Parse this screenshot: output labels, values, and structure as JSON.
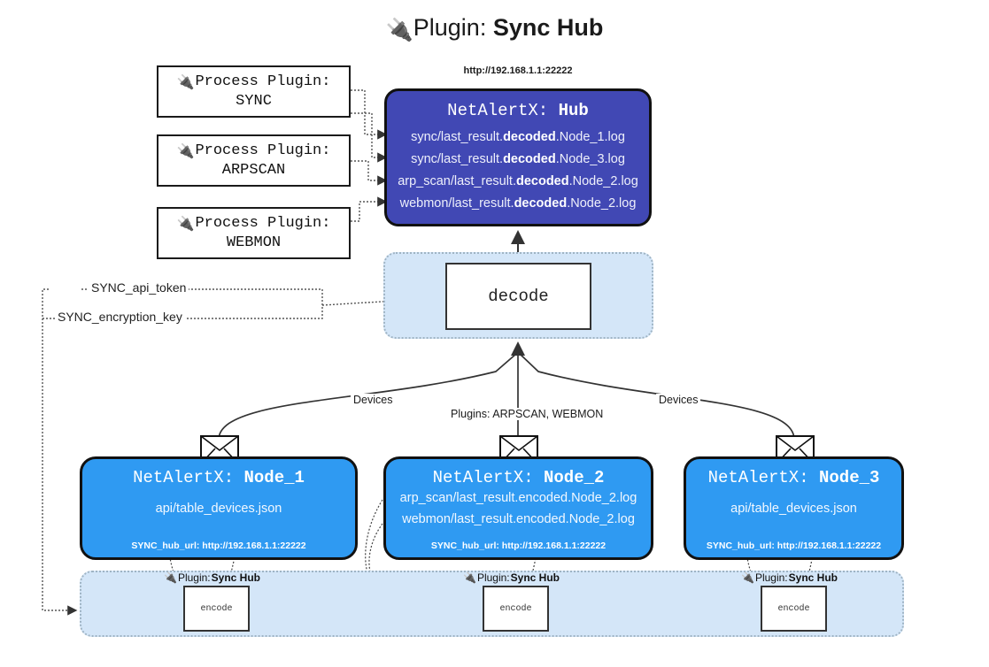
{
  "title": {
    "icon": "plug-icon",
    "lead": "Plugin: ",
    "bold": "Sync Hub"
  },
  "process_plugins": [
    {
      "icon": "plug-icon",
      "line1": "Process Plugin:",
      "line2": "SYNC"
    },
    {
      "icon": "plug-icon",
      "line1": "Process Plugin:",
      "line2": "ARPSCAN"
    },
    {
      "icon": "plug-icon",
      "line1": "Process Plugin:",
      "line2": "WEBMON"
    }
  ],
  "hub": {
    "url_label": "http://192.168.1.1:22222",
    "title_prefix": "NetAlertX: ",
    "title_name": "Hub",
    "logs": [
      {
        "pre": "sync/last_result.",
        "mid": "decoded",
        "post": ".Node_1.log"
      },
      {
        "pre": "sync/last_result.",
        "mid": "decoded",
        "post": ".Node_3.log"
      },
      {
        "pre": "arp_scan/last_result.",
        "mid": "decoded",
        "post": ".Node_2.log"
      },
      {
        "pre": "webmon/last_result.",
        "mid": "decoded",
        "post": ".Node_2.log"
      }
    ]
  },
  "decode": {
    "label": "decode"
  },
  "secrets": {
    "api_token": "SYNC_api_token",
    "encryption_key": "SYNC_encryption_key"
  },
  "edge_labels": {
    "devices_left": "Devices",
    "devices_right": "Devices",
    "plugins_center": "Plugins: ARPSCAN, WEBMON"
  },
  "nodes": [
    {
      "title_prefix": "NetAlertX: ",
      "title_name": "Node_1",
      "lines": [
        "api/table_devices.json"
      ],
      "footer": "SYNC_hub_url: http://192.168.1.1:22222",
      "envelope_icon": "envelope-icon"
    },
    {
      "title_prefix": "NetAlertX: ",
      "title_name": "Node_2",
      "lines": [
        "arp_scan/last_result.encoded.Node_2.log",
        "webmon/last_result.encoded.Node_2.log"
      ],
      "footer": "SYNC_hub_url: http://192.168.1.1:22222",
      "envelope_icon": "envelope-icon"
    },
    {
      "title_prefix": "NetAlertX: ",
      "title_name": "Node_3",
      "lines": [
        "api/table_devices.json"
      ],
      "footer": "SYNC_hub_url: http://192.168.1.1:22222",
      "envelope_icon": "envelope-icon"
    }
  ],
  "encoders": [
    {
      "icon": "plug-icon",
      "label_lead": "Plugin: ",
      "label_bold": "Sync Hub",
      "box_label": "encode"
    },
    {
      "icon": "plug-icon",
      "label_lead": "Plugin: ",
      "label_bold": "Sync Hub",
      "box_label": "encode"
    },
    {
      "icon": "plug-icon",
      "label_lead": "Plugin: ",
      "label_bold": "Sync Hub",
      "box_label": "encode"
    }
  ],
  "colors": {
    "hub_fill": "#4148b4",
    "node_fill": "#2f9af2",
    "band_fill": "#d4e6f8",
    "stroke": "#111111",
    "dotted_stroke": "#555555"
  }
}
